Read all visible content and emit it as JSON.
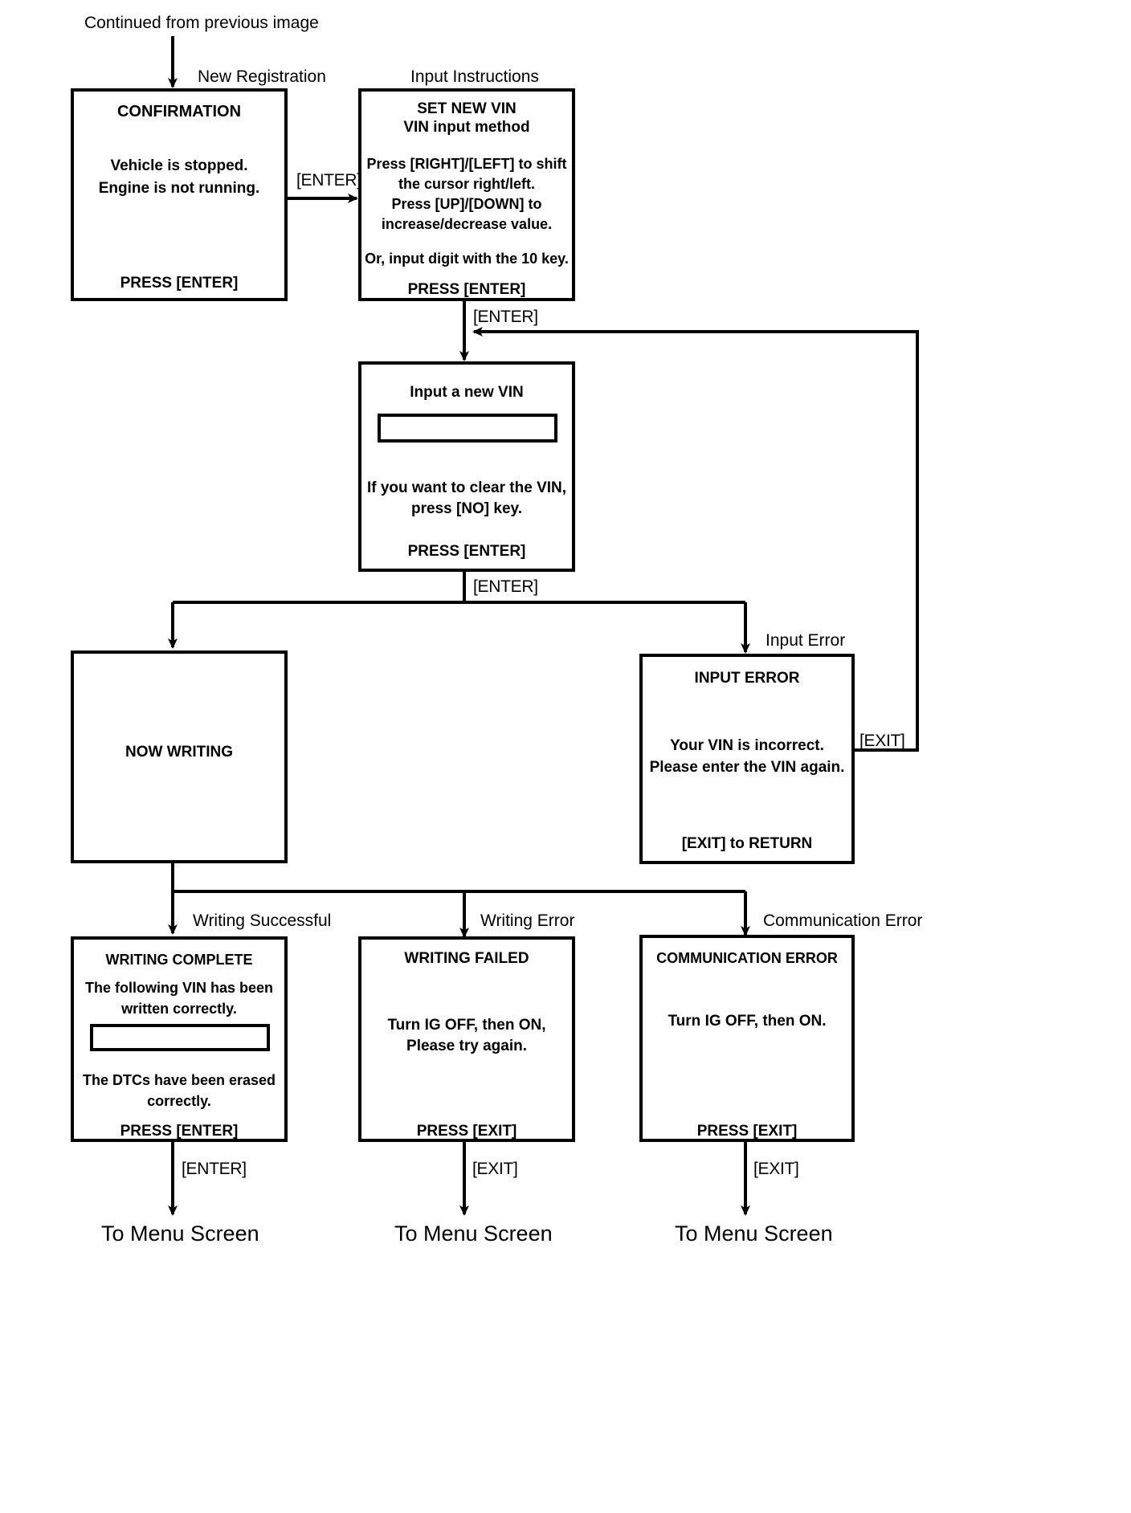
{
  "diagram": {
    "entry_note": "Continued from previous image",
    "captions": {
      "new_registration": "New Registration",
      "input_instructions": "Input Instructions",
      "input_error": "Input Error"
    },
    "edge_labels": {
      "enter_1": "[ENTER]",
      "enter_2": "[ENTER]",
      "enter_3": "[ENTER]",
      "exit_loop": "[EXIT]",
      "enter_complete": "[ENTER]",
      "exit_failed": "[EXIT]",
      "exit_comm": "[EXIT]"
    },
    "branch_labels": {
      "writing_successful": "Writing Successful",
      "writing_error": "Writing Error",
      "communication_error": "Communication Error"
    },
    "terminals": {
      "menu_1": "To Menu Screen",
      "menu_2": "To Menu Screen",
      "menu_3": "To Menu Screen"
    },
    "screens": {
      "confirmation": {
        "title": "CONFIRMATION",
        "body": [
          "Vehicle is stopped.",
          "Engine is not running."
        ],
        "footer": "PRESS [ENTER]"
      },
      "set_new_vin": {
        "title": "SET NEW VIN",
        "subtitle": "VIN input method",
        "body": [
          "Press [RIGHT]/[LEFT] to shift",
          "the cursor right/left.",
          "Press [UP]/[DOWN] to",
          "increase/decrease value."
        ],
        "extra": "Or, input digit with the 10 key.",
        "footer": "PRESS [ENTER]"
      },
      "input_new_vin": {
        "title": "Input a new VIN",
        "field_value": "",
        "body": [
          "If you want to clear the VIN,",
          "press [NO] key."
        ],
        "footer": "PRESS [ENTER]"
      },
      "now_writing": {
        "title": "NOW WRITING"
      },
      "input_error": {
        "title": "INPUT ERROR",
        "body": [
          "Your VIN is incorrect.",
          "Please enter the VIN again."
        ],
        "footer": "[EXIT] to RETURN"
      },
      "writing_complete": {
        "title": "WRITING COMPLETE",
        "body_top": [
          "The following VIN has been",
          "written correctly."
        ],
        "field_value": "",
        "body_bottom": [
          "The DTCs have been erased",
          "correctly."
        ],
        "footer": "PRESS [ENTER]"
      },
      "writing_failed": {
        "title": "WRITING FAILED",
        "body": [
          "Turn IG OFF, then ON,",
          "Please try again."
        ],
        "footer": "PRESS [EXIT]"
      },
      "communication_error": {
        "title": "COMMUNICATION ERROR",
        "body": [
          "Turn IG OFF, then ON."
        ],
        "footer": "PRESS [EXIT]"
      }
    }
  }
}
